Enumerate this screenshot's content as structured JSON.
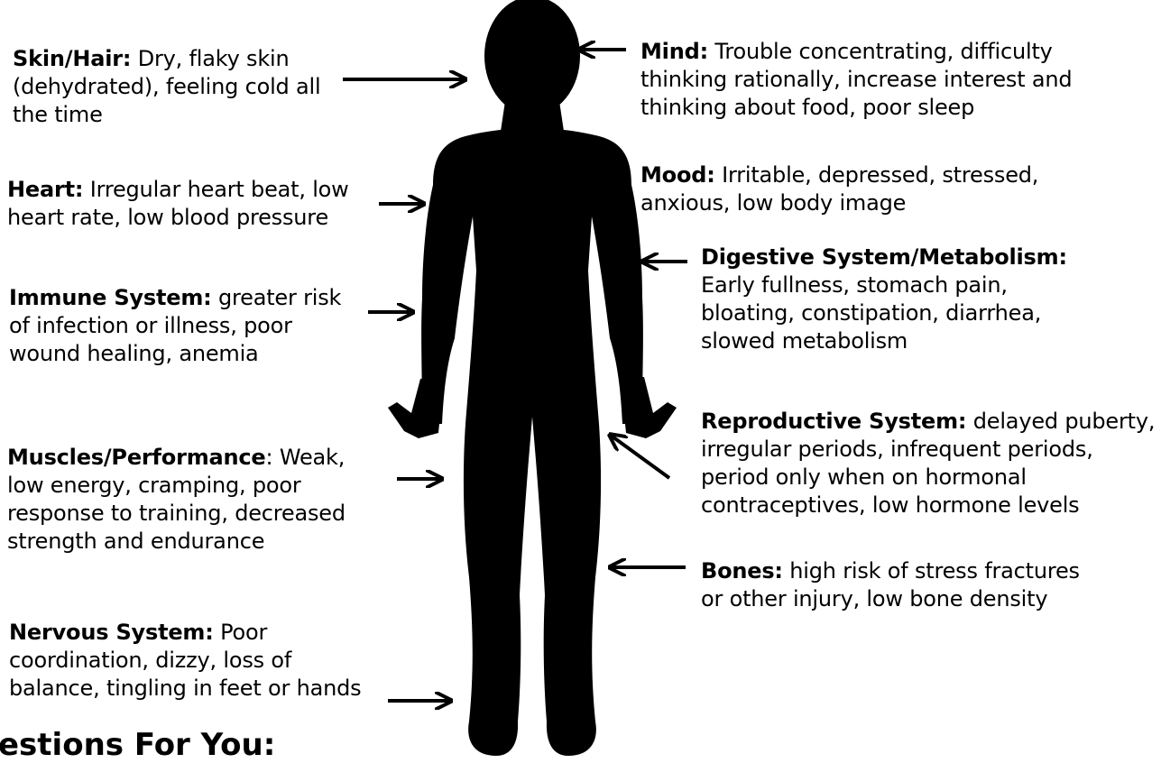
{
  "colors": {
    "silhouette": "#000000",
    "text": "#000000",
    "background": "#ffffff"
  },
  "labels": {
    "skin_hair": {
      "heading": "Skin/Hair:",
      "body": " Dry, flaky skin (dehydrated), feeling cold all the time"
    },
    "heart": {
      "heading": "Heart:",
      "body": " Irregular heart beat, low heart rate, low blood pressure"
    },
    "immune": {
      "heading": "Immune System:",
      "body": " greater risk of infection or illness, poor wound healing, anemia"
    },
    "muscles": {
      "heading": "Muscles/Performance",
      "body": ": Weak, low energy, cramping, poor response to training, decreased strength and endurance"
    },
    "nervous": {
      "heading": "Nervous System:",
      "body": " Poor coordination, dizzy, loss of balance, tingling in feet or hands"
    },
    "mind": {
      "heading": "Mind:",
      "body": " Trouble concentrating, difficulty thinking rationally, increase interest and thinking about food, poor sleep"
    },
    "mood": {
      "heading": "Mood:",
      "body": " Irritable, depressed, stressed, anxious, low body image"
    },
    "digestive": {
      "heading": "Digestive System/Metabolism:",
      "body": " Early fullness, stomach pain, bloating, constipation, diarrhea, slowed metabolism"
    },
    "reproductive": {
      "heading": "Reproductive System:",
      "body": " delayed puberty, irregular periods, infrequent periods, period only when on hormonal contraceptives, low hormone levels"
    },
    "bones": {
      "heading": "Bones:",
      "body": " high risk of stress fractures or other injury, low bone density"
    }
  },
  "footer": {
    "title": "estions For You:"
  }
}
